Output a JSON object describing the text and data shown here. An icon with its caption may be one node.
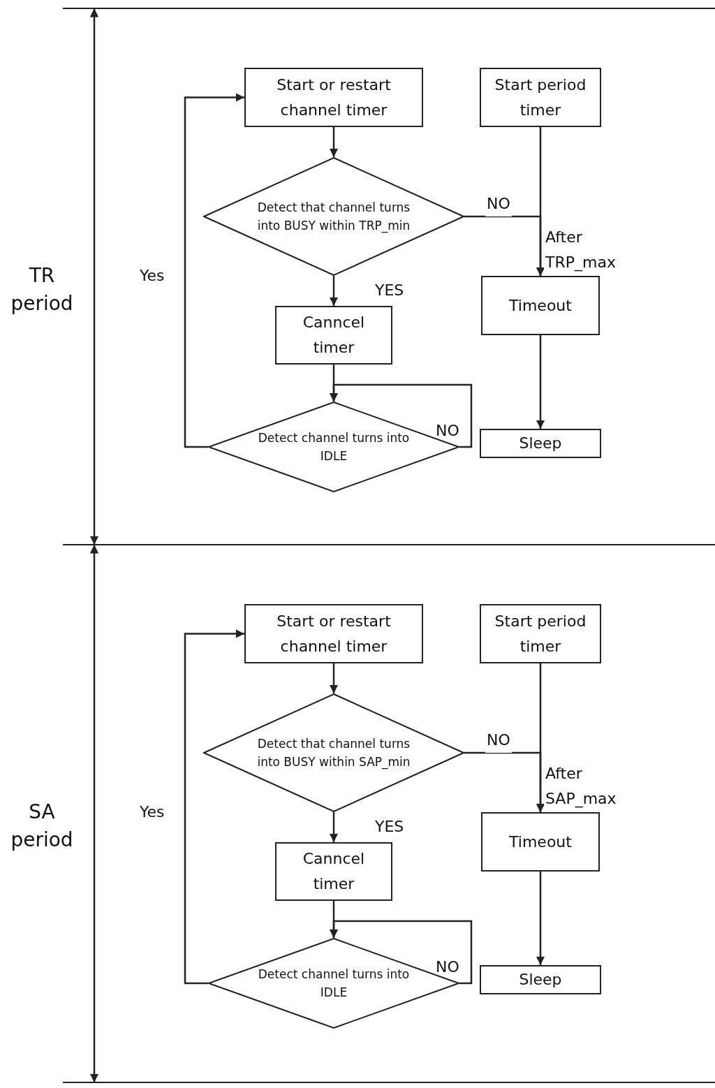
{
  "diagram": {
    "nodes": [
      {
        "text": [
          "Start or restart channel timer"
        ]
      },
      {
        "text": [
          "Start period timer"
        ]
      },
      {
        "text": [
          "Detect that channel turns into BUSY within TRP_min"
        ]
      },
      {
        "text": [
          "Canncel timer"
        ]
      },
      {
        "text": [
          "Detect channel turns into IDLE"
        ]
      },
      {
        "text": [
          "Timeout"
        ]
      },
      {
        "text": [
          "Sleep"
        ]
      },
      {
        "text": [
          "Start or restart channel timer"
        ]
      },
      {
        "text": [
          "Start period timer"
        ]
      },
      {
        "text": [
          "Detect that channel turns into BUSY within SAP_min"
        ]
      },
      {
        "text": [
          "Canncel timer"
        ]
      },
      {
        "text": [
          "Detect channel turns into IDLE"
        ]
      },
      {
        "text": [
          "Timeout"
        ]
      },
      {
        "text": [
          "Sleep"
        ]
      }
    ],
    "edges": [
      {
        "from": 0,
        "to": 2,
        "arrow": "to"
      },
      {
        "from": 2,
        "to": 3,
        "arrow": "to",
        "label": "YES"
      },
      {
        "from": 2,
        "to": 5,
        "arrow": "to",
        "label": "NO"
      },
      {
        "from": 1,
        "to": 5,
        "arrow": "to",
        "label": "After TRP_max"
      },
      {
        "from": 5,
        "to": 6,
        "arrow": "to"
      },
      {
        "from": 3,
        "to": 4,
        "arrow": "to"
      },
      {
        "from": 4,
        "to": 4,
        "arrow": "to",
        "label": "NO"
      },
      {
        "from": 4,
        "to": 0,
        "arrow": "to",
        "label": "Yes"
      },
      {
        "from": 7,
        "to": 9,
        "arrow": "to"
      },
      {
        "from": 9,
        "to": 10,
        "arrow": "to",
        "label": "YES"
      },
      {
        "from": 9,
        "to": 12,
        "arrow": "to",
        "label": "NO"
      },
      {
        "from": 8,
        "to": 12,
        "arrow": "to",
        "label": "After SAP_max"
      },
      {
        "from": 12,
        "to": 13,
        "arrow": "to"
      },
      {
        "from": 10,
        "to": 11,
        "arrow": "to"
      },
      {
        "from": 11,
        "to": 11,
        "arrow": "to",
        "label": "NO"
      },
      {
        "from": 11,
        "to": 7,
        "arrow": "to",
        "label": "Yes"
      }
    ],
    "labels": [
      "TR period",
      "SA period"
    ]
  }
}
